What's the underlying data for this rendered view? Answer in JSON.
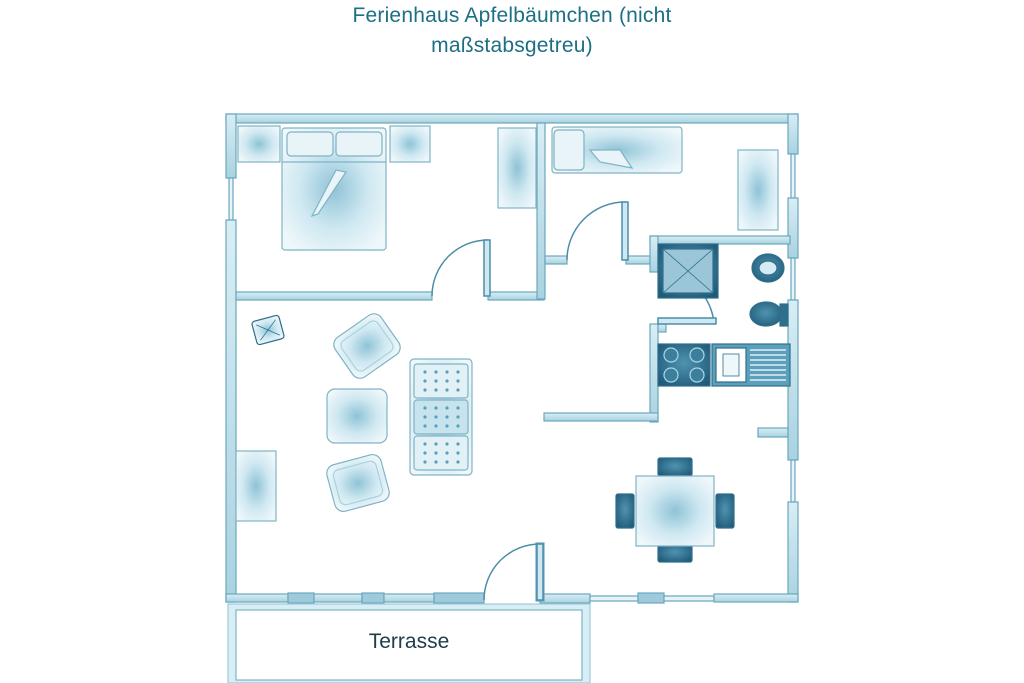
{
  "title": {
    "line1": "Ferienhaus Apfelbäumchen (nicht",
    "line2": "maßstabsgetreu)"
  },
  "terrace": {
    "label": "Terrasse"
  },
  "colors": {
    "wall_fill": "#c6e2ec",
    "wall_stroke": "#6aa7bd",
    "furniture_fill": "#d9eef5",
    "furniture_shade": "#9ccbdb",
    "dark_blue": "#2f6f8d",
    "title_color": "#1d6f86"
  }
}
